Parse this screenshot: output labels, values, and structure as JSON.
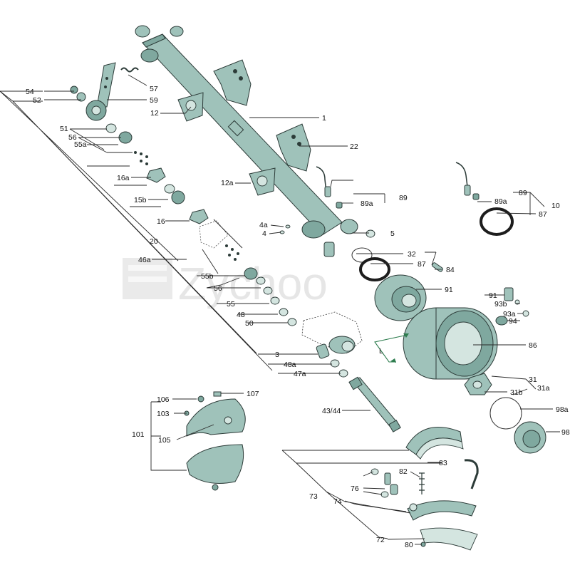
{
  "watermark": {
    "text": "Zychoo"
  },
  "labels": {
    "l1": "1",
    "l3": "3",
    "l4": "4",
    "l4a": "4a",
    "l5": "5",
    "l10": "10",
    "l12": "12",
    "l12a": "12a",
    "l15b": "15b",
    "l16": "16",
    "l16a": "16a",
    "l20": "20",
    "l22": "22",
    "l31": "31",
    "l31a": "31a",
    "l31b": "31b",
    "l32": "32",
    "l43_44": "43/44",
    "l46a": "46a",
    "l47a": "47a",
    "l48": "48",
    "l48a": "48a",
    "l50": "50",
    "l51": "51",
    "l52": "52",
    "l54": "54",
    "l55": "55",
    "l55a": "55a",
    "l55b": "55b",
    "l56a": "56",
    "l56b": "56",
    "l57": "57",
    "l59": "59",
    "l72": "72",
    "l73": "73",
    "l74": "74",
    "l76": "76",
    "l80": "80",
    "l82": "82",
    "l83": "83",
    "l84": "84",
    "l86": "86",
    "l87a": "87",
    "l87b": "87",
    "l89a": "89",
    "l89b": "89",
    "l89aa": "89a",
    "l89ab": "89a",
    "l91a": "91",
    "l91b": "91",
    "l93a": "93a",
    "l93b": "93b",
    "l94": "94",
    "l98": "98",
    "l98a": "98a",
    "l101": "101",
    "l103": "103",
    "l105": "105",
    "l106": "106",
    "l107": "107",
    "lL": "L"
  }
}
